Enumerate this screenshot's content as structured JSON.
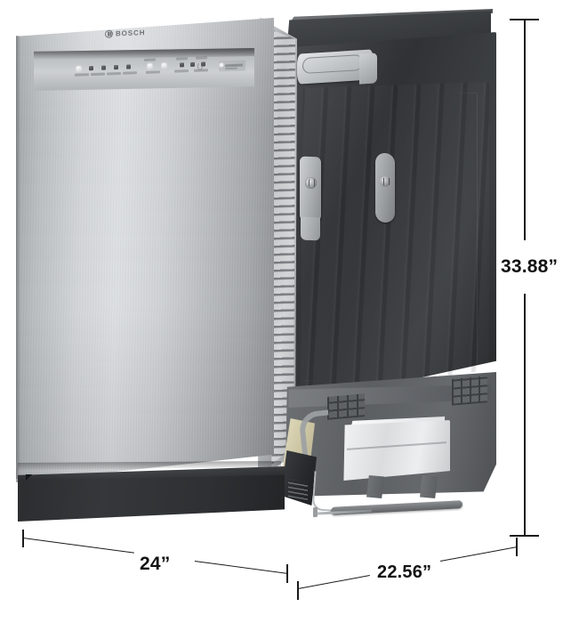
{
  "product": {
    "brand": "BOSCH",
    "type": "built-in-dishwasher",
    "finish": "stainless-steel",
    "view": "three-quarter-front-left-perspective"
  },
  "dimensions": {
    "height": {
      "value": "33.88”",
      "axis": "vertical",
      "position": "right"
    },
    "width": {
      "value": "24”",
      "axis": "horizontal",
      "position": "bottom-left"
    },
    "depth": {
      "value": "22.56”",
      "axis": "diagonal",
      "position": "bottom-right"
    }
  },
  "control_panel": {
    "indicator_count": 11,
    "lit_indicators": [
      1,
      6,
      7
    ],
    "display_present": true
  },
  "colors": {
    "stainless_light": "#dcdfe1",
    "stainless_mid": "#b7babd",
    "stainless_dark": "#8e9194",
    "panel_dark": "#2f3134",
    "toe_kick": "#2b2d2f",
    "base_gray": "#5c5f62",
    "pump_white": "#eceeef",
    "insulation": "#cfc8a6",
    "dimension_line": "#1a1a1a",
    "background": "#ffffff"
  },
  "background": {
    "color": "#ffffff"
  }
}
